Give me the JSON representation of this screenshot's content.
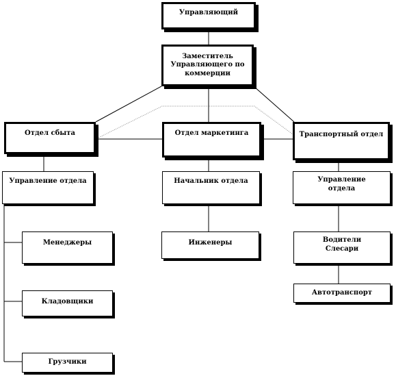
{
  "nodes": {
    "manager": "Управляющий",
    "deputy": "Заместитель\nУправляющего по\nкоммерции",
    "sales_dept": "Отдел сбыта",
    "marketing_dept": "Отдел маркетинга",
    "transport_dept": "Транспортный отдел",
    "sales_head": "Управление отдела",
    "marketing_head": "Начальник отдела",
    "transport_head": "Управление\nотдела",
    "managers": "Менеджеры",
    "storekeepers": "Кладовщики",
    "loaders": "Грузчики",
    "engineers": "Инженеры",
    "drivers_mechanics": "Водители\nСлесари",
    "vehicles": "Автотранспорт"
  },
  "colors": {
    "line": "#000000",
    "dotted": "#888888",
    "box_fill": "#ffffff"
  }
}
